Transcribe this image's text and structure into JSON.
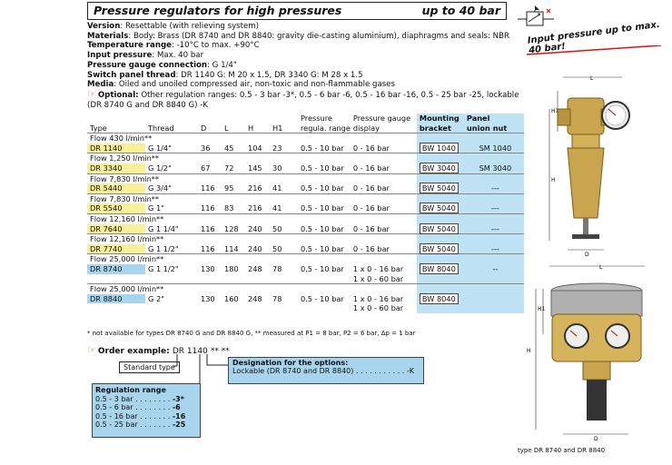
{
  "header": {
    "title": "Pressure regulators for high pressures",
    "range": "up to 40 bar"
  },
  "badge": {
    "text": "Input pressure up to max. 40 bar!"
  },
  "specs": [
    {
      "label": "Version",
      "text": ": Resettable (with relieving system)"
    },
    {
      "label": "Materials",
      "text": ": Body: Brass (DR 8740 and DR 8840: gravity die-casting aluminium), diaphragms and seals: NBR"
    },
    {
      "label": "Temperature range",
      "text": ": -10°C to max. +90°C"
    },
    {
      "label": "Input pressure",
      "text": ": Max. 40 bar"
    },
    {
      "label": "Pressure gauge connection",
      "text": ": G 1/4\""
    },
    {
      "label": "Switch panel thread",
      "text": ": DR 1140 G: M 20 x 1.5, DR 3340 G: M 28 x 1.5"
    },
    {
      "label": "Media",
      "text": ": Oiled and unoiled compressed air, non-toxic and non-flammable gases"
    }
  ],
  "optional": {
    "label": "Optional:",
    "line1": "Other regulation ranges: 0.5 - 3 bar -3*, 0.5 - 6 bar -6, 0.5 - 16 bar -16, 0.5 - 25 bar -25, lockable",
    "line2": "(DR 8740 G and DR 8840 G) -K"
  },
  "table": {
    "headers": {
      "type": "Type",
      "thread": "Thread",
      "d": "D",
      "l": "L",
      "h": "H",
      "h1": "H1",
      "pressure_a": "Pressure",
      "pressure_b": "regula. range",
      "gauge_a": "Pressure gauge",
      "gauge_b": "display",
      "mount_a": "Mounting",
      "mount_b": "bracket",
      "panel_a": "Panel",
      "panel_b": "union nut"
    },
    "groups": [
      {
        "flow": "Flow 430 l/min**",
        "type": "DR 1140",
        "thread": "G 1/4\"",
        "d": "36",
        "l": "45",
        "h": "104",
        "h1": "23",
        "range": "0.5 - 10 bar",
        "gauge": "0 - 16 bar",
        "gauge2": "",
        "mount": "BW 1040",
        "panel": "SM 1040",
        "blue": false
      },
      {
        "flow": "Flow 1,250 l/min**",
        "type": "DR 3340",
        "thread": "G 1/2\"",
        "d": "67",
        "l": "72",
        "h": "145",
        "h1": "30",
        "range": "0.5 - 10 bar",
        "gauge": "0 - 16 bar",
        "gauge2": "",
        "mount": "BW 3040",
        "panel": "SM 3040",
        "blue": false
      },
      {
        "flow": "Flow 7,830 l/min**",
        "type": "DR 5440",
        "thread": "G 3/4\"",
        "d": "116",
        "l": "95",
        "h": "216",
        "h1": "41",
        "range": "0.5 - 10 bar",
        "gauge": "0 - 16 bar",
        "gauge2": "",
        "mount": "BW 5040",
        "panel": "---",
        "blue": false
      },
      {
        "flow": "Flow 7,830 l/min**",
        "type": "DR 5540",
        "thread": "G 1\"",
        "d": "116",
        "l": "83",
        "h": "216",
        "h1": "41",
        "range": "0.5 - 10 bar",
        "gauge": "0 - 16 bar",
        "gauge2": "",
        "mount": "BW 5040",
        "panel": "---",
        "blue": false
      },
      {
        "flow": "Flow 12,160 l/min**",
        "type": "DR 7640",
        "thread": "G 1 1/4\"",
        "d": "116",
        "l": "128",
        "h": "240",
        "h1": "50",
        "range": "0.5 - 10 bar",
        "gauge": "0 - 16 bar",
        "gauge2": "",
        "mount": "BW 5040",
        "panel": "---",
        "blue": false
      },
      {
        "flow": "Flow 12,160 l/min**",
        "type": "DR 7740",
        "thread": "G 1 1/2\"",
        "d": "116",
        "l": "114",
        "h": "240",
        "h1": "50",
        "range": "0.5 - 10 bar",
        "gauge": "0 - 16 bar",
        "gauge2": "",
        "mount": "BW 5040",
        "panel": "---",
        "blue": false
      },
      {
        "flow": "Flow 25,000 l/min**",
        "type": "DR 8740",
        "thread": "G 1 1/2\"",
        "d": "130",
        "l": "180",
        "h": "248",
        "h1": "78",
        "range": "0.5 - 10 bar",
        "gauge": "1 x 0 - 16 bar",
        "gauge2": "1 x 0 - 60 bar",
        "mount": "BW 8040",
        "panel": "--",
        "blue": true
      },
      {
        "flow": "Flow 25,000 l/min**",
        "type": "DR 8840",
        "thread": "G 2\"",
        "d": "130",
        "l": "160",
        "h": "248",
        "h1": "78",
        "range": "0.5 - 10 bar",
        "gauge": "1 x 0 - 16 bar",
        "gauge2": "1 x 0 - 60 bar",
        "mount": "BW 8040",
        "panel": "",
        "blue": true
      }
    ]
  },
  "footnote": "* not available for types DR 8740 G and DR 8840 G, ** measured at P1 = 8 bar, P2 = 6 bar, Δp = 1 bar",
  "order": {
    "label": "Order example:",
    "code": "DR 1140",
    "stars": "**  **",
    "standard_type": "Standard type",
    "designation_title": "Designation for the options:",
    "designation_text": "Lockable (DR 8740 and DR 8840) . . . . . . . . . . . -K",
    "regulation_title": "Regulation range",
    "regulation": [
      {
        "range": "0.5 - 3 bar . . . . . . . .",
        "code": "-3*"
      },
      {
        "range": "0.5 - 6 bar . . . . . . . .",
        "code": "-6"
      },
      {
        "range": "0.5 - 16 bar . . . . . . .",
        "code": "-16"
      },
      {
        "range": "0.5 - 25 bar . . . . . . .",
        "code": "-25"
      }
    ]
  },
  "images": {
    "dim_labels": {
      "l": "L",
      "h": "H",
      "h1": "H1",
      "d": "D"
    },
    "caption": "type DR 8740 and DR 8840"
  }
}
